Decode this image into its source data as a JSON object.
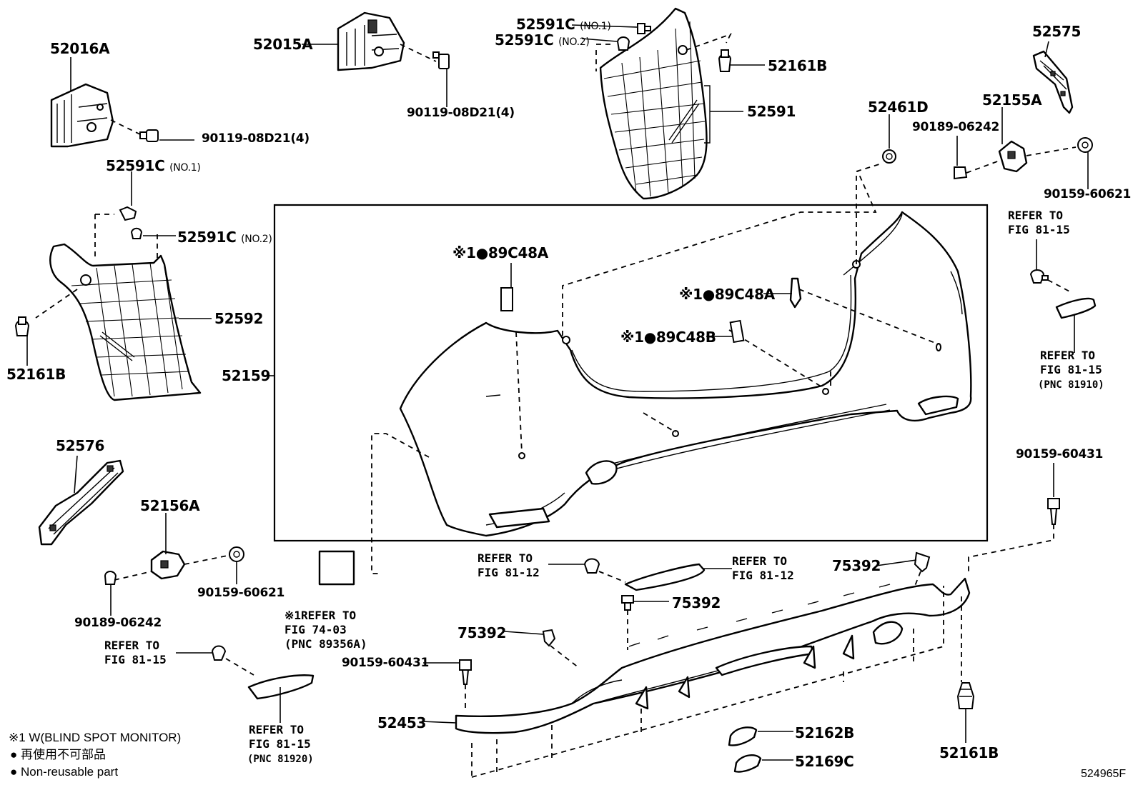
{
  "labels": {
    "p52016A": "52016A",
    "p52015A": "52015A",
    "p90119_top": "90119-08D21(4)",
    "p90119_left": "90119-08D21(4)",
    "p52591C_no1_top": "52591C",
    "p52591C_no1_top_suffix": "(NO.1)",
    "p52591C_no2_top": "52591C",
    "p52591C_no2_top_suffix": "(NO.2)",
    "p52161B_top": "52161B",
    "p52591": "52591",
    "p52575": "52575",
    "p52461D": "52461D",
    "p52155A": "52155A",
    "p90189_right": "90189-06242",
    "p90159_60621_right": "90159-60621",
    "ref_right_top": "REFER TO\nFIG 81-15",
    "ref_right_mid": "REFER TO\nFIG 81-15",
    "ref_right_mid_pnc": "(PNC 81910)",
    "p90159_60431_right": "90159-60431",
    "p52591C_no1_left": "52591C",
    "p52591C_no1_left_suffix": "(NO.1)",
    "p52591C_no2_left": "52591C",
    "p52591C_no2_left_suffix": "(NO.2)",
    "p52592": "52592",
    "p52161B_left": "52161B",
    "p52159": "52159",
    "p89C48A_1": "※1●89C48A",
    "p89C48A_2": "※1●89C48A",
    "p89C48B": "※1●89C48B",
    "p52576": "52576",
    "p52156A": "52156A",
    "p90159_60621_left": "90159-60621",
    "p90189_left": "90189-06242",
    "ref_74": "※1REFER TO\nFIG 74-03\n(PNC 89356A)",
    "ref_8112_a": "REFER TO\nFIG 81-12",
    "ref_8112_b": "REFER TO\nFIG 81-12",
    "p75392_a": "75392",
    "p75392_b": "75392",
    "p75392_c": "75392",
    "ref_8115_left": "REFER TO\nFIG 81-15",
    "ref_8115_bottom": "REFER TO\nFIG 81-15",
    "ref_8115_bottom_pnc": "(PNC 81920)",
    "p90159_60431_left": "90159-60431",
    "p52453": "52453",
    "p52162B": "52162B",
    "p52169C": "52169C",
    "p52161B_bottom": "52161B"
  },
  "notes": {
    "line1": "※1 W(BLIND SPOT MONITOR)",
    "line2": "● 再使用不可部品",
    "line3": "● Non-reusable part"
  },
  "diagram_id": "524965F"
}
